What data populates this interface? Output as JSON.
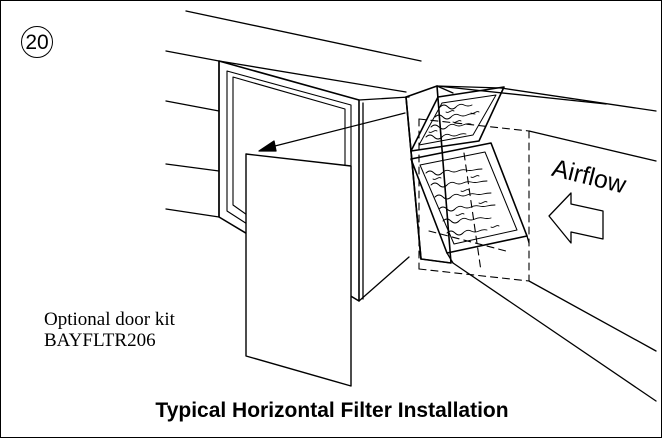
{
  "figure": {
    "number": "20",
    "caption": "Typical Horizontal Filter Installation"
  },
  "labels": {
    "door_kit_line1": "Optional door kit",
    "door_kit_line2": "BAYFLTR206",
    "airflow": "Airflow"
  },
  "icons": [
    "filter-media",
    "airflow-arrow",
    "direction-arrow"
  ]
}
